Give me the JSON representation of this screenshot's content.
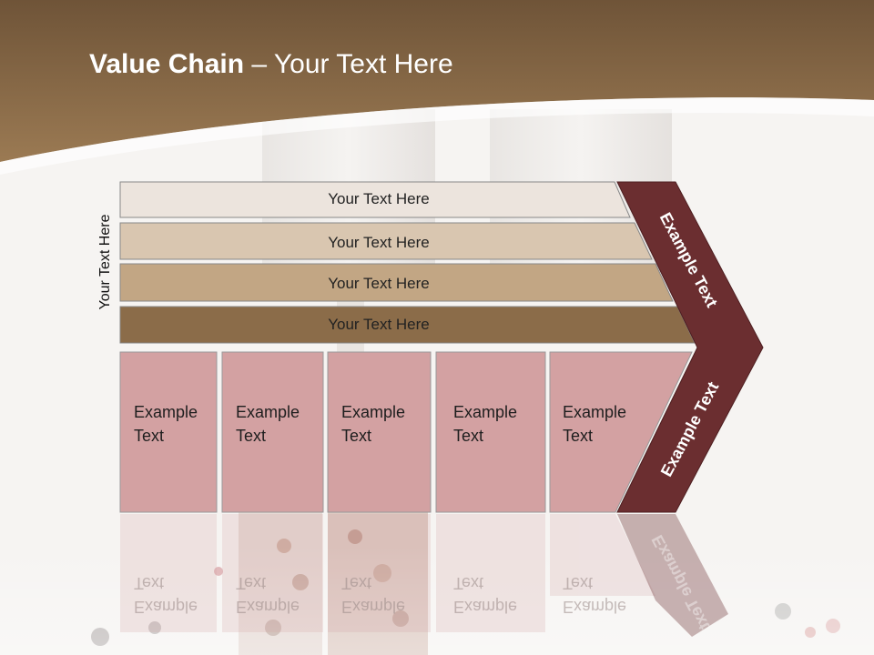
{
  "slide": {
    "title_bold": "Value Chain",
    "title_rest": " – Your Text Here",
    "side_label": "Your Text Here"
  },
  "bars": [
    {
      "label": "Your Text Here",
      "color": "#ece4dd"
    },
    {
      "label": "Your Text Here",
      "color": "#d9c6b0"
    },
    {
      "label": "Your Text Here",
      "color": "#c2a684"
    },
    {
      "label": "Your Text Here",
      "color": "#8b6c49"
    }
  ],
  "columns": [
    {
      "line1": "Example",
      "line2": "Text"
    },
    {
      "line1": "Example",
      "line2": "Text"
    },
    {
      "line1": "Example",
      "line2": "Text"
    },
    {
      "line1": "Example",
      "line2": "Text"
    },
    {
      "line1": "Example",
      "line2": "Text"
    }
  ],
  "chevron": {
    "upper_label": "Example Text",
    "lower_label": "Example Text",
    "color": "#6b2e30"
  },
  "colors": {
    "header_brown": "#8b6a47",
    "column_pink": "#d3a1a2"
  }
}
